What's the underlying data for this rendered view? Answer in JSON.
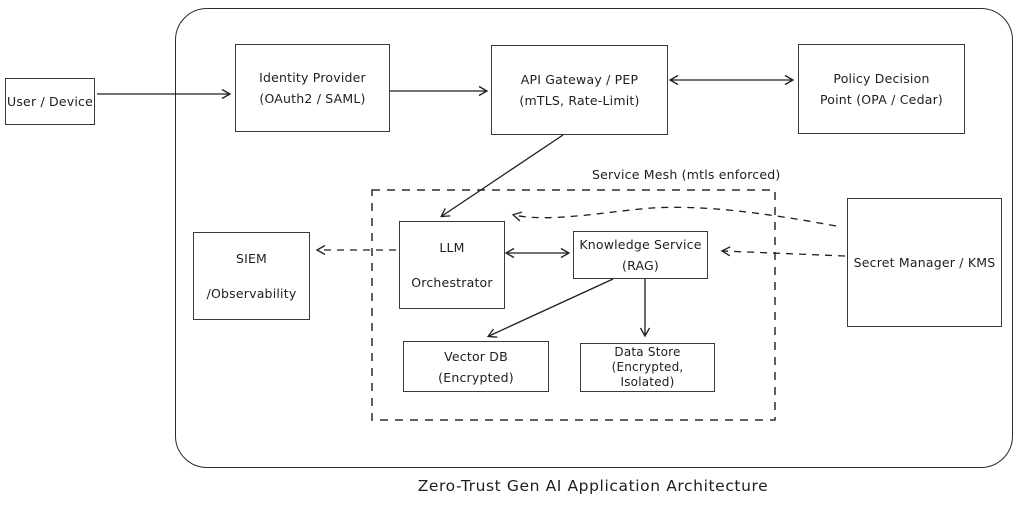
{
  "title": "Zero-Trust Gen AI Application Architecture",
  "service_mesh": {
    "label": "Service Mesh (mtls enforced)"
  },
  "nodes": {
    "user_device": {
      "lines": [
        "User / Device"
      ]
    },
    "identity_provider": {
      "lines": [
        "Identity Provider",
        "(OAuth2 / SAML)"
      ]
    },
    "api_gateway": {
      "lines": [
        "API Gateway / PEP",
        "(mTLS, Rate-Limit)"
      ]
    },
    "policy_decision_point": {
      "lines": [
        "Policy Decision",
        "Point (OPA / Cedar)"
      ]
    },
    "llm_orchestrator": {
      "lines": [
        "LLM",
        "Orchestrator"
      ]
    },
    "knowledge_service": {
      "lines": [
        "Knowledge Service",
        "(RAG)"
      ]
    },
    "siem": {
      "lines": [
        "SIEM",
        "/Observability"
      ]
    },
    "vector_db": {
      "lines": [
        "Vector DB",
        "(Encrypted)"
      ]
    },
    "data_store": {
      "lines": [
        "Data Store",
        "(Encrypted,",
        "Isolated)"
      ]
    },
    "secret_manager": {
      "lines": [
        "Secret Manager / KMS"
      ]
    }
  },
  "edges": [
    {
      "from": "user_device",
      "to": "identity_provider",
      "style": "solid",
      "direction": "forward"
    },
    {
      "from": "identity_provider",
      "to": "api_gateway",
      "style": "solid",
      "direction": "forward"
    },
    {
      "from": "api_gateway",
      "to": "policy_decision_point",
      "style": "solid",
      "direction": "both"
    },
    {
      "from": "api_gateway",
      "to": "llm_orchestrator",
      "style": "solid",
      "direction": "forward"
    },
    {
      "from": "llm_orchestrator",
      "to": "knowledge_service",
      "style": "solid",
      "direction": "both"
    },
    {
      "from": "llm_orchestrator",
      "to": "siem",
      "style": "dashed",
      "direction": "forward"
    },
    {
      "from": "knowledge_service",
      "to": "vector_db",
      "style": "solid",
      "direction": "forward"
    },
    {
      "from": "knowledge_service",
      "to": "data_store",
      "style": "solid",
      "direction": "forward"
    },
    {
      "from": "secret_manager",
      "to": "knowledge_service",
      "style": "dashed",
      "direction": "forward"
    },
    {
      "from": "secret_manager",
      "to": "llm_orchestrator",
      "style": "dashed",
      "direction": "forward"
    }
  ],
  "colors": {
    "stroke": "#1e1e1e",
    "background": "#ffffff"
  }
}
